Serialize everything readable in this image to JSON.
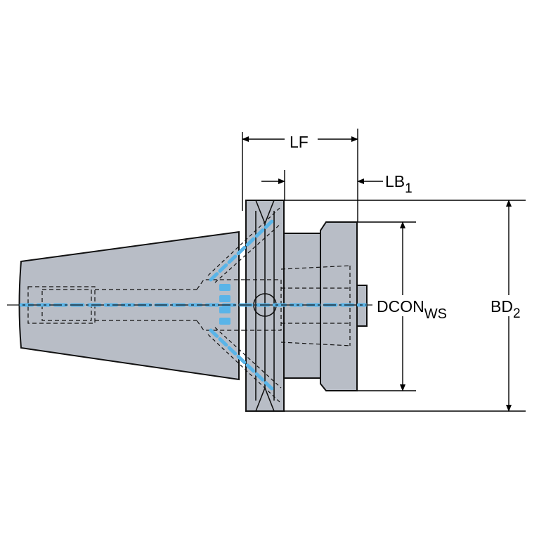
{
  "colors": {
    "body_fill": "#b8bdc6",
    "outline": "#111111",
    "coolant": "#59b4e8",
    "background": "#ffffff"
  },
  "dimensions": {
    "lf": {
      "main": "LF",
      "sub": ""
    },
    "lb1": {
      "main": "LB",
      "sub": "1"
    },
    "dcon_ws": {
      "main": "DCON",
      "sub": "WS"
    },
    "bd2": {
      "main": "BD",
      "sub": "2"
    }
  }
}
